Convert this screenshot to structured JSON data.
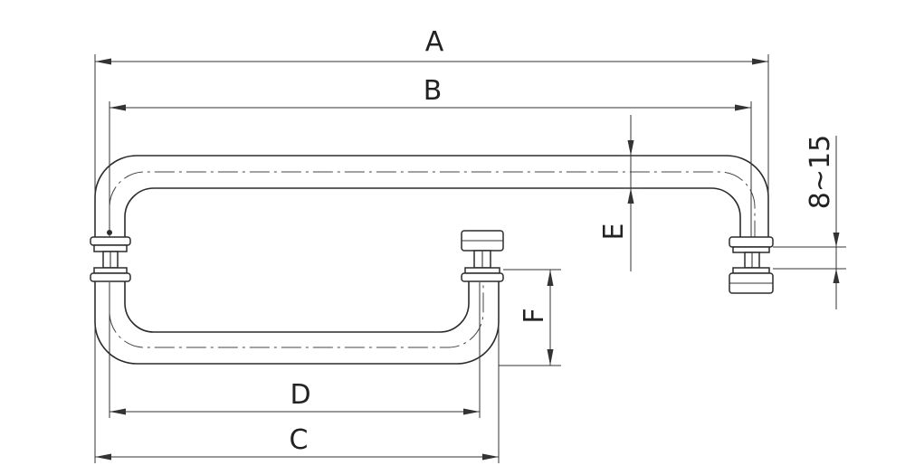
{
  "dimensions": {
    "A": "A",
    "B": "B",
    "C": "C",
    "D": "D",
    "E": "E",
    "F": "F",
    "gap": "8~15"
  },
  "colors": {
    "line": "#2b2b2b",
    "background": "#ffffff"
  }
}
